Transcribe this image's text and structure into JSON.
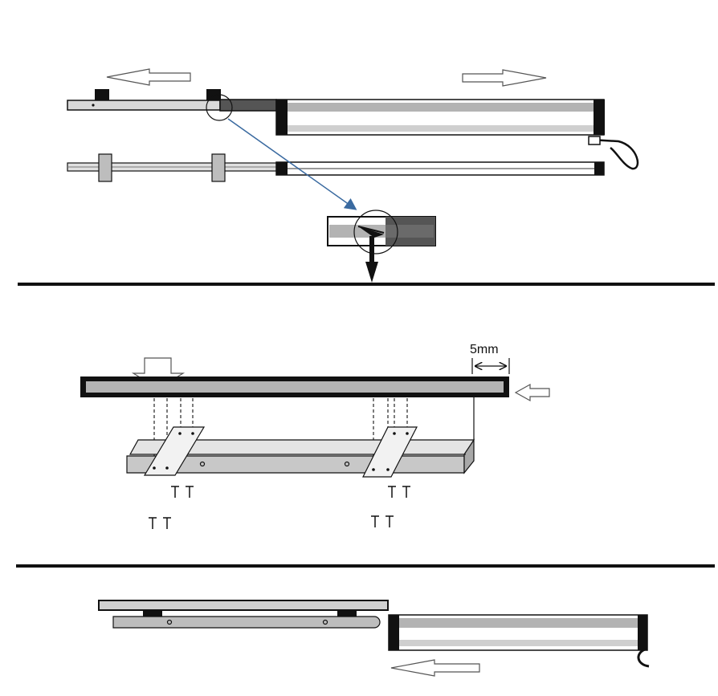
{
  "diagram": {
    "steps": [
      {
        "name": "slide-apart",
        "texts": []
      },
      {
        "name": "mount-brackets",
        "texts": [
          "5mm"
        ]
      },
      {
        "name": "slide-together",
        "texts": []
      }
    ],
    "dimension_label": "5mm",
    "colors": {
      "outline": "#111111",
      "rail_fill": "#b3b3b3",
      "light_fill": "#d9d9d9",
      "connector_line": "#3a6aa0",
      "background": "#ffffff"
    },
    "icons": [
      "arrow-left-icon",
      "arrow-right-icon",
      "arrow-down-icon",
      "screw-icon",
      "bracket-icon",
      "cable-icon"
    ]
  }
}
